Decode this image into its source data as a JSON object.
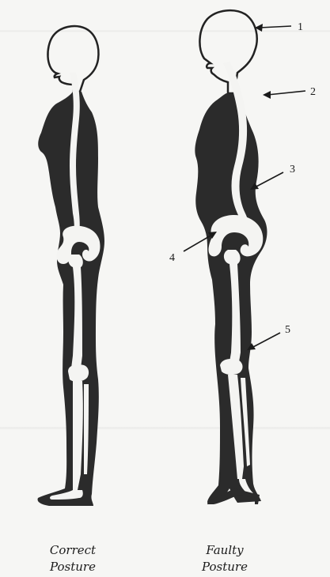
{
  "figures": {
    "correct": {
      "caption_line1": "Correct",
      "caption_line2": "Posture"
    },
    "faulty": {
      "caption_line1": "Faulty",
      "caption_line2": "Posture"
    }
  },
  "callouts": [
    "1",
    "2",
    "3",
    "4",
    "5"
  ],
  "colors": {
    "body_fill": "#2b2b2b",
    "bone_fill": "#f4f4f2",
    "paper": "#f6f6f4",
    "ink": "#1a1a1a"
  }
}
